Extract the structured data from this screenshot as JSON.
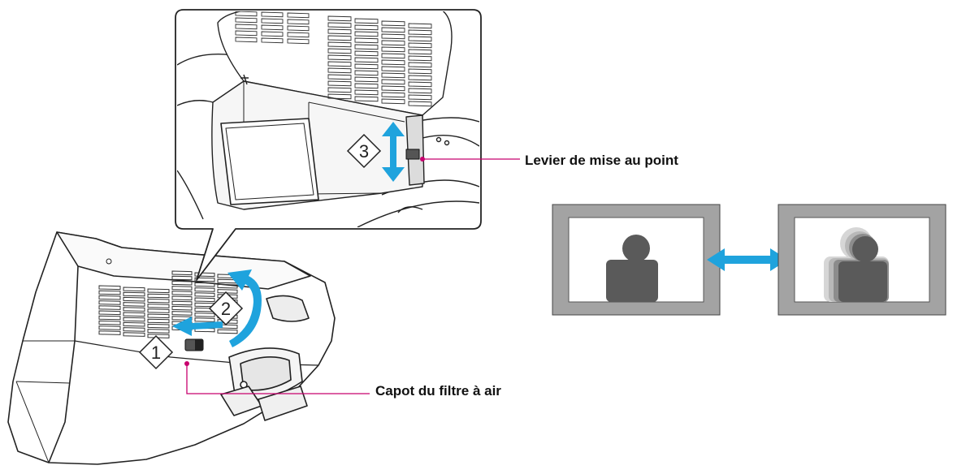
{
  "labels": {
    "focus_lever": "Levier de mise au point",
    "air_filter_cover": "Capot du filtre à air"
  },
  "steps": [
    {
      "number": "1"
    },
    {
      "number": "2"
    },
    {
      "number": "3"
    }
  ],
  "colors": {
    "arrow": "#1fa3dd",
    "leader_line": "#c8006e",
    "outline": "#222222",
    "frame_gray": "#a3a3a3",
    "figure": "#5a5a5a"
  },
  "icons": {
    "slide_arrow": "arrow-left-icon",
    "open_arrow": "curved-arrow-up-icon",
    "adjust_arrow": "double-arrow-vertical-icon",
    "compare_arrow": "double-arrow-horizontal-icon"
  }
}
